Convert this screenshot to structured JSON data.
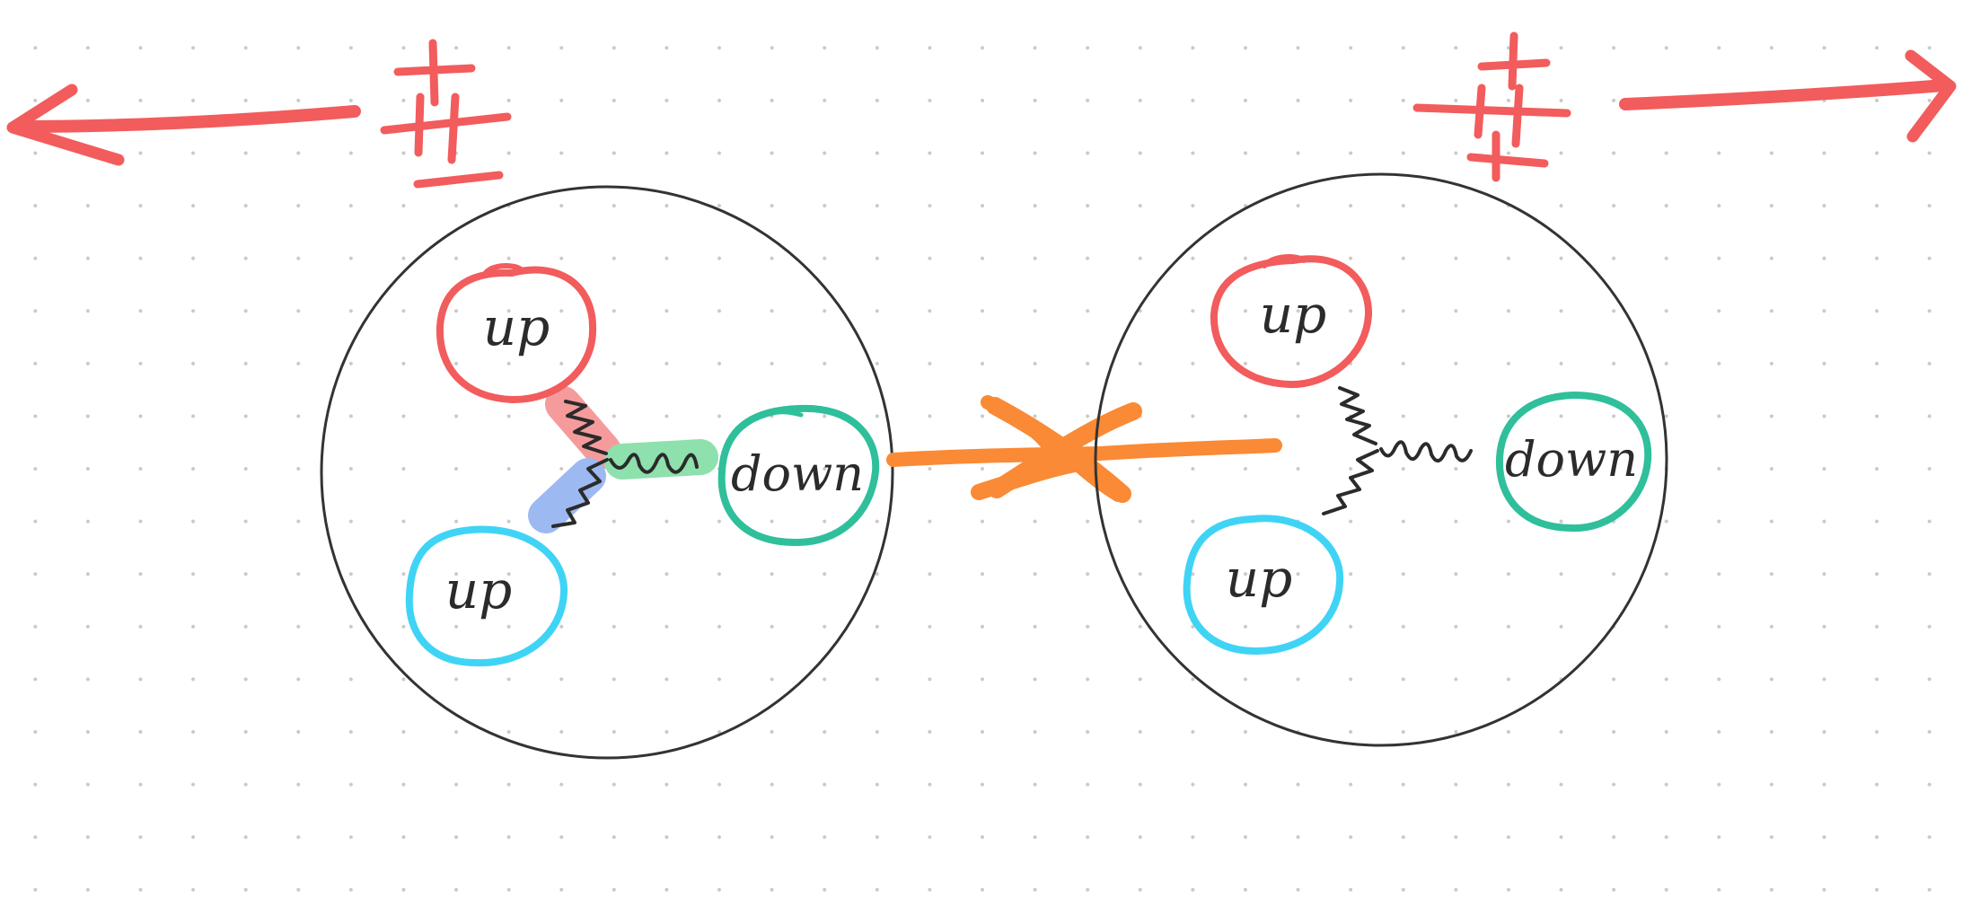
{
  "colors": {
    "background": "#ffffff",
    "grid_dot": "#c9c9c9",
    "hadron_outline": "#333333",
    "red_arrow": "#f25c5c",
    "up_red": "#f25c5c",
    "up_cyan": "#3fd4f5",
    "down_green": "#2fbf9b",
    "gluon_red_highlight": "#f59b9b",
    "gluon_blue_highlight": "#9db9f2",
    "gluon_green_highlight": "#8ee0ad",
    "gluon_line": "#2b2b2b",
    "orange_force": "#fa8a35"
  },
  "left_hadron": {
    "quarks": [
      {
        "label": "up",
        "color": "red"
      },
      {
        "label": "up",
        "color": "cyan"
      },
      {
        "label": "down",
        "color": "green"
      }
    ],
    "gluons_highlighted": true
  },
  "right_hadron": {
    "quarks": [
      {
        "label": "up",
        "color": "red"
      },
      {
        "label": "up",
        "color": "cyan"
      },
      {
        "label": "down",
        "color": "green"
      }
    ],
    "gluons_highlighted": false
  },
  "icons": {
    "left_arrow": "arrow-left-icon",
    "right_arrow": "arrow-right-icon",
    "hash_marks": "hash-icon",
    "orange_cross": "x-mark-icon"
  }
}
